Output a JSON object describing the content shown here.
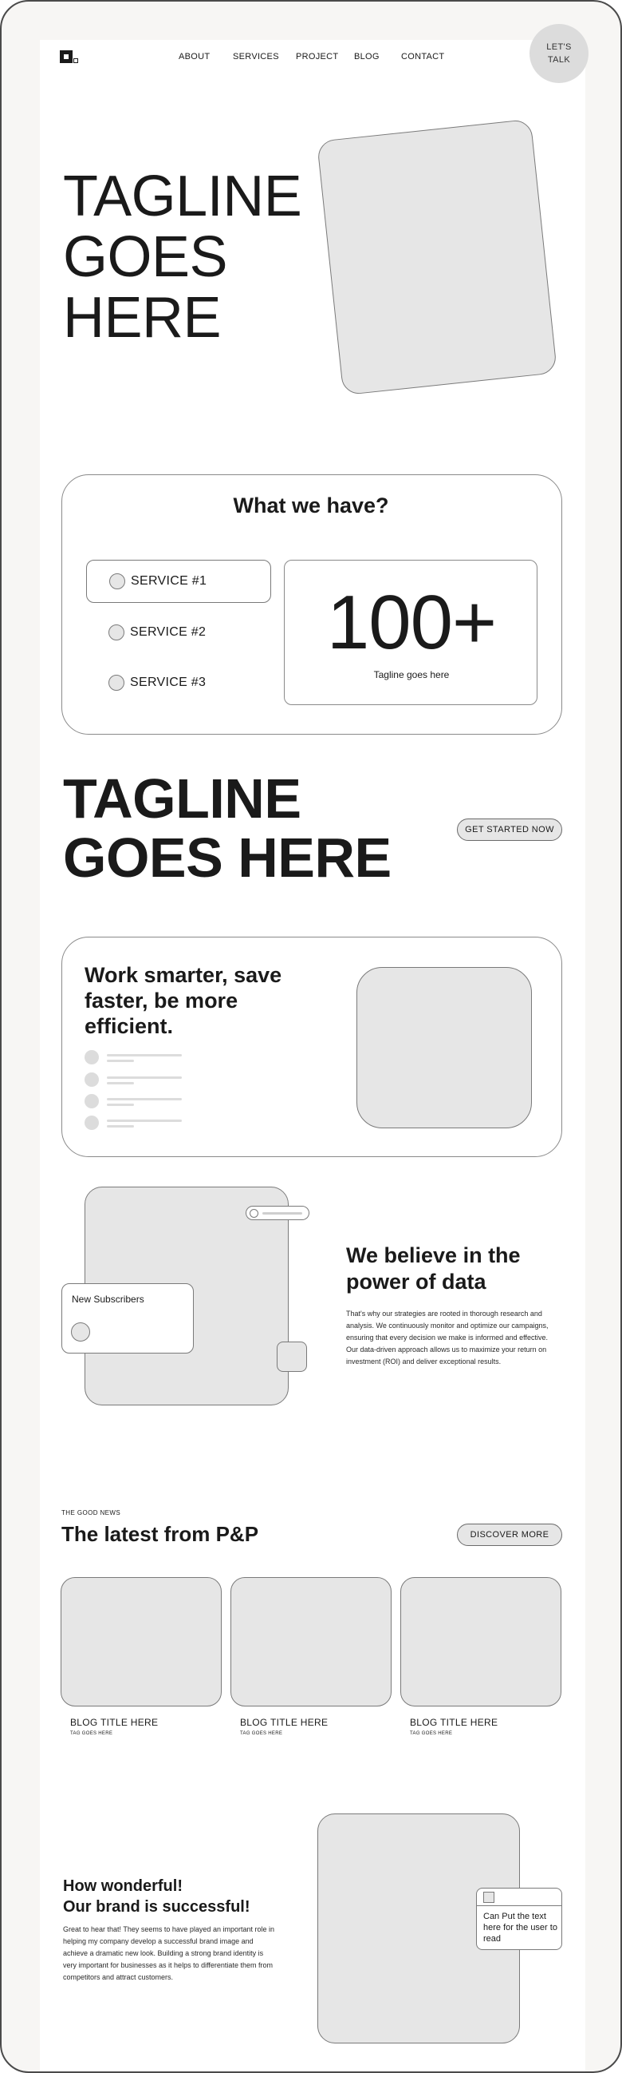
{
  "nav": {
    "links": [
      "ABOUT",
      "SERVICES",
      "PROJECT",
      "BLOG",
      "CONTACT"
    ],
    "cta": "LET'S\nTALK"
  },
  "hero": {
    "title": "TAGLINE\nGOES\nHERE"
  },
  "services": {
    "title": "What we have?",
    "items": [
      "SERVICE #1",
      "SERVICE #2",
      "SERVICE #3"
    ],
    "stat_number": "100+",
    "stat_label": "Tagline goes here"
  },
  "tagline2": {
    "title": "TAGLINE\nGOES HERE",
    "button": "GET STARTED NOW"
  },
  "smart": {
    "title": "Work smarter, save\nfaster, be more\nefficient."
  },
  "data_section": {
    "card_label": "New Subscribers",
    "title": "We believe in the\npower of data",
    "body": "That's why our strategies are rooted in thorough research and analysis. We continuously monitor and optimize our campaigns, ensuring that every decision we make is informed and effective. Our data-driven approach allows us to maximize your return on investment (ROI) and deliver exceptional results."
  },
  "blog": {
    "eyebrow": "THE GOOD NEWS",
    "heading": "The latest from P&P",
    "button": "DISCOVER MORE",
    "posts": [
      {
        "title": "BLOG TITLE HERE",
        "tag": "TAG GOES HERE"
      },
      {
        "title": "BLOG TITLE HERE",
        "tag": "TAG GOES HERE"
      },
      {
        "title": "BLOG TITLE HERE",
        "tag": "TAG GOES HERE"
      }
    ]
  },
  "brand": {
    "title": "How wonderful!\nOur brand is successful!",
    "body": "Great to hear that! They seems to have played an important role in helping my company develop a successful brand image and achieve a dramatic new look. Building a strong brand identity is very important for businesses as it helps to differentiate them from competitors and attract customers.",
    "note": "Can Put the text here for the user to read"
  }
}
